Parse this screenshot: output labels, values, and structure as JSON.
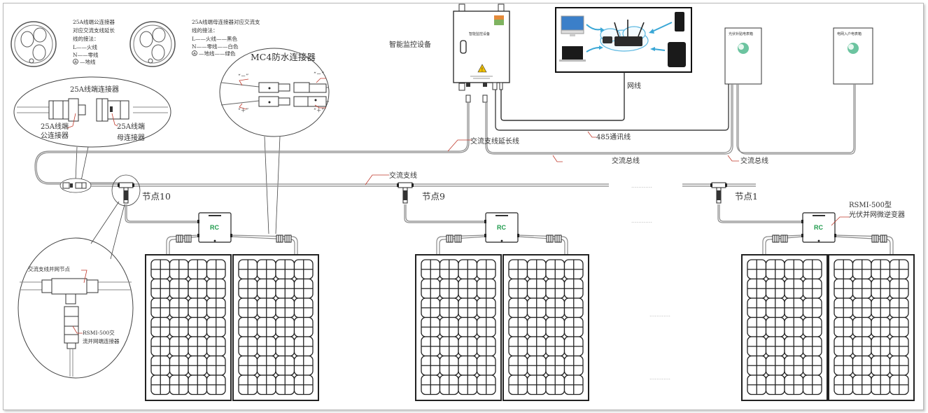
{
  "diagram": {
    "title_monitor": "智能监控设备",
    "monitor_box_label": "智能监控设备",
    "network_cable": "网线",
    "rs485_cable": "485通讯线",
    "ac_bus_1": "交流总线",
    "ac_bus_2": "交流总线",
    "ac_branch_ext": "交流支线延长线",
    "ac_branch": "交流支线",
    "meter_pv": "光伏补贴电表箱",
    "meter_grid": "电网入户电表箱",
    "male_pinout": {
      "title": [
        "25A线端公连接器",
        "对应交流支线延长",
        "线的接法："
      ],
      "lines": [
        "L——火线",
        "N——零线",
        "—地线"
      ]
    },
    "female_pinout": {
      "title": [
        "25A线端母连接器对应交流支",
        "线的接法："
      ],
      "lines": [
        "L——火线——黑色",
        "N——零线——白色",
        "—地线——绿色"
      ]
    },
    "connector_25a": {
      "title": "25A线端连接器",
      "male": [
        "25A线端",
        "公连接器"
      ],
      "female": [
        "25A线端",
        "母连接器"
      ]
    },
    "mc4": {
      "title": "MC4防水连接器",
      "minus": "“－”",
      "plus": "“＋”"
    },
    "node_detail": {
      "tee_label": "交流支线并网节点",
      "plug_label": [
        "RSMI-500交",
        "流并网端连接器"
      ]
    },
    "nodes": [
      {
        "label": "节点10"
      },
      {
        "label": "节点9"
      },
      {
        "label": "节点1"
      }
    ],
    "inverter": {
      "label": [
        "RSMI-500型",
        "光伏并网微逆变器"
      ],
      "logo": "RC"
    },
    "ellipsis": "…………",
    "colors": {
      "leader_red": "#c0392b",
      "inverter_green": "#1e9a4b",
      "network_arrow": "#3aa7d6",
      "line": "#222222",
      "cable_gray": "#8a8a8a"
    },
    "icons": [
      "computer-icon",
      "laptop-icon",
      "router-icon",
      "phone-icon",
      "tablet-icon",
      "cloud-icon",
      "warning-icon",
      "grid-logo-icon"
    ]
  }
}
